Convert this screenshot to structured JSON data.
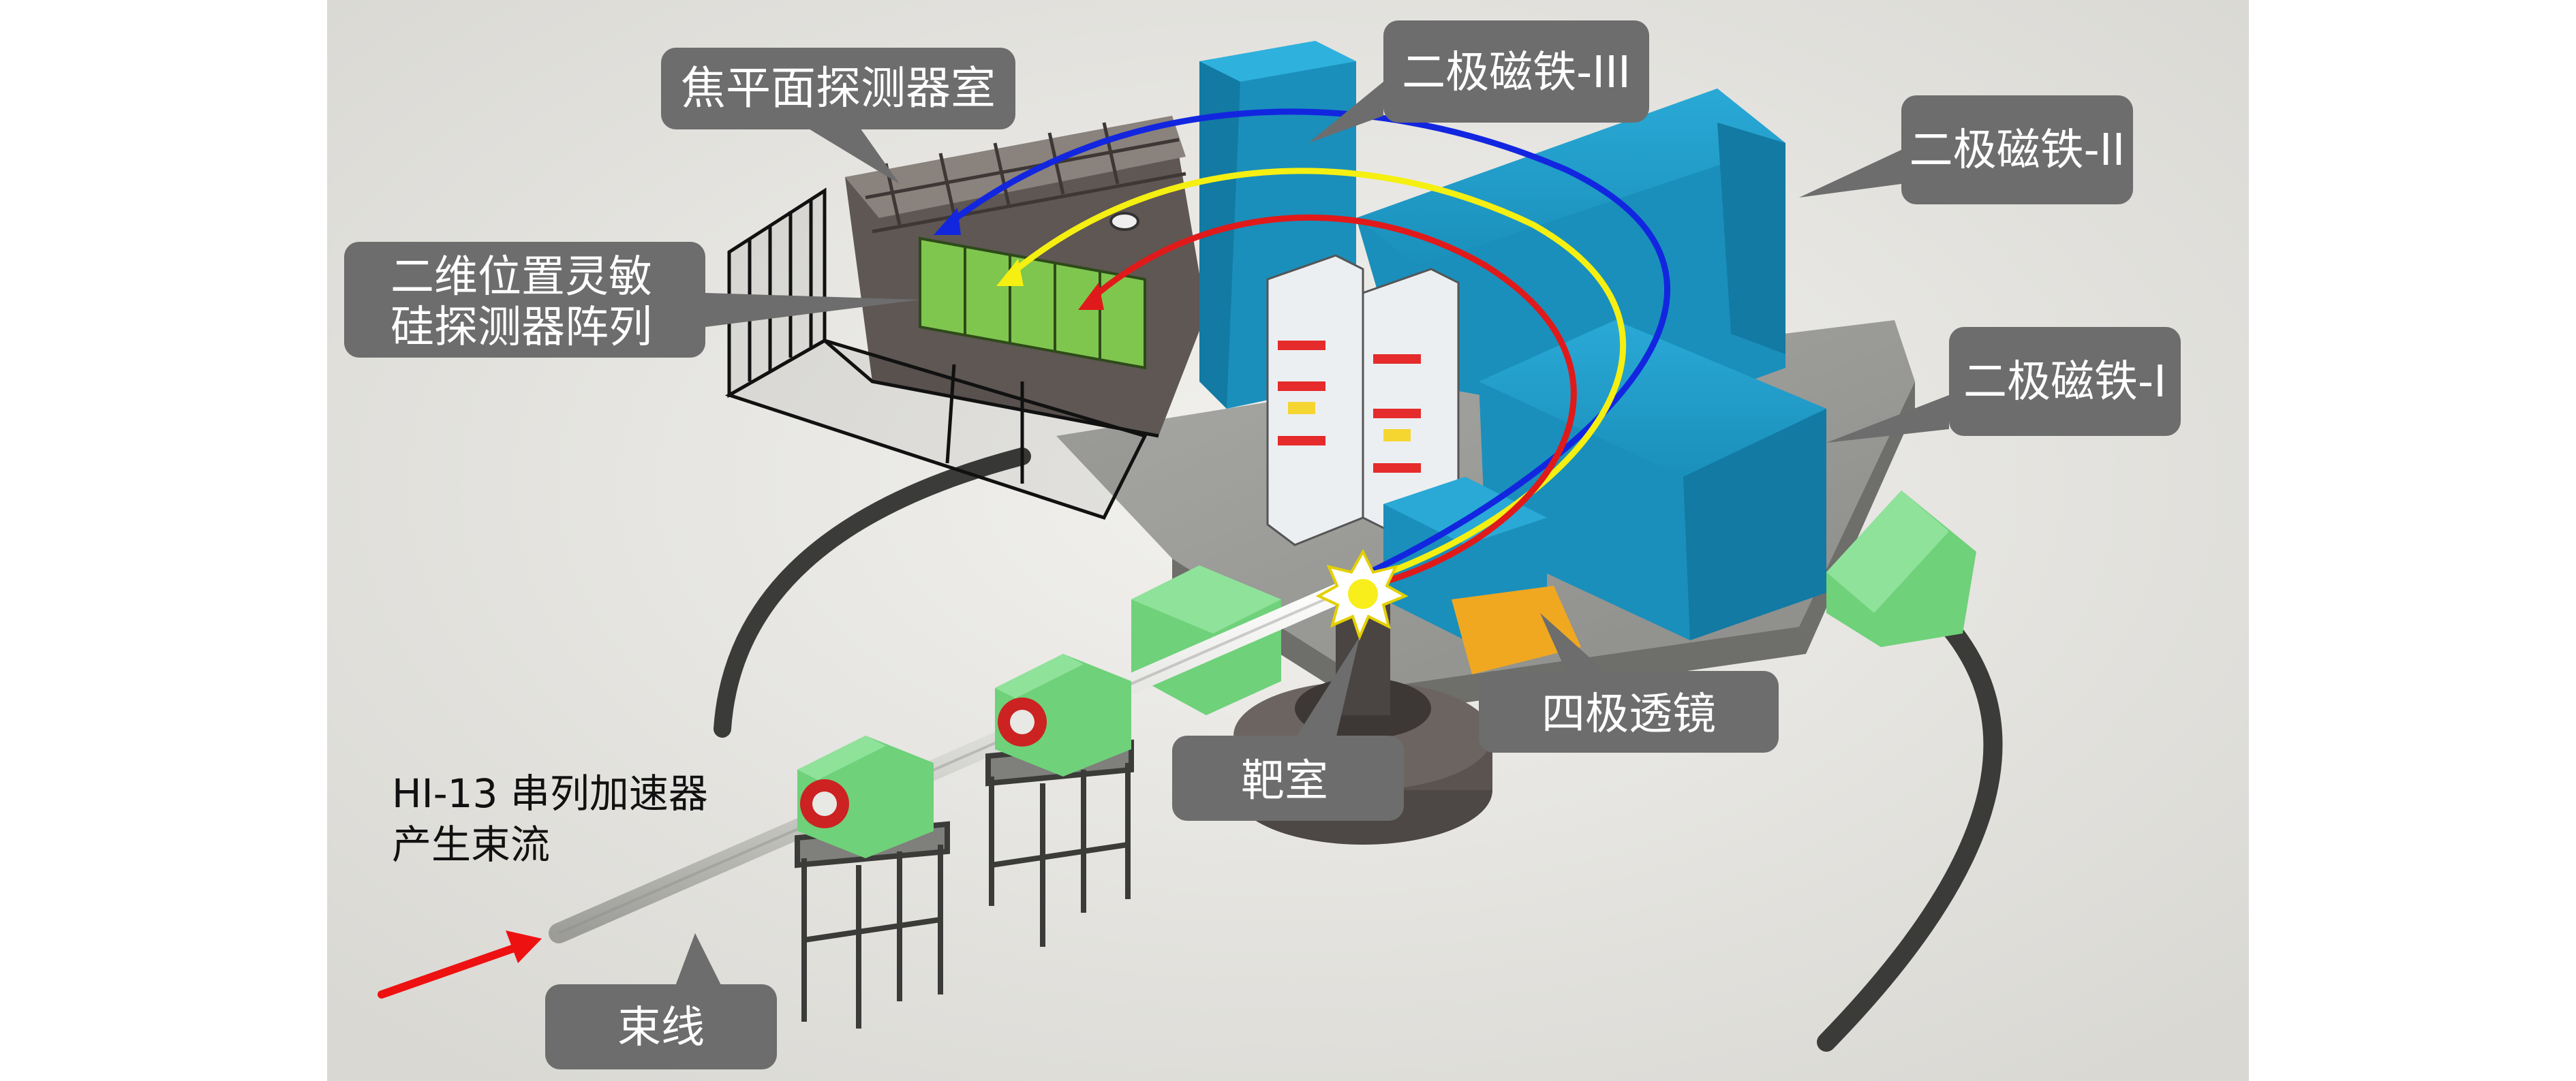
{
  "labels": {
    "focal_plane_chamber": "焦平面探测器室",
    "dipole_3": "二极磁铁-III",
    "dipole_2": "二极磁铁-II",
    "dipole_1": "二极磁铁-I",
    "si_array_line1": "二维位置灵敏",
    "si_array_line2": "硅探测器阵列",
    "quadrupole": "四极透镜",
    "target_chamber": "靶室",
    "accelerator_line1": "HI-13 串列加速器",
    "accelerator_line2": "产生束流",
    "beamline": "束线"
  },
  "colors": {
    "background": "#e7e6e2",
    "callout_fill": "#6d6d6d",
    "callout_text": "#ffffff",
    "dipole_blue": "#1e9bc7",
    "green": "#6fd17a",
    "trajectory_blue": "#1226e0",
    "trajectory_yellow": "#f5ef12",
    "trajectory_red": "#e01a1a",
    "beam_arrow": "#ee1111"
  }
}
